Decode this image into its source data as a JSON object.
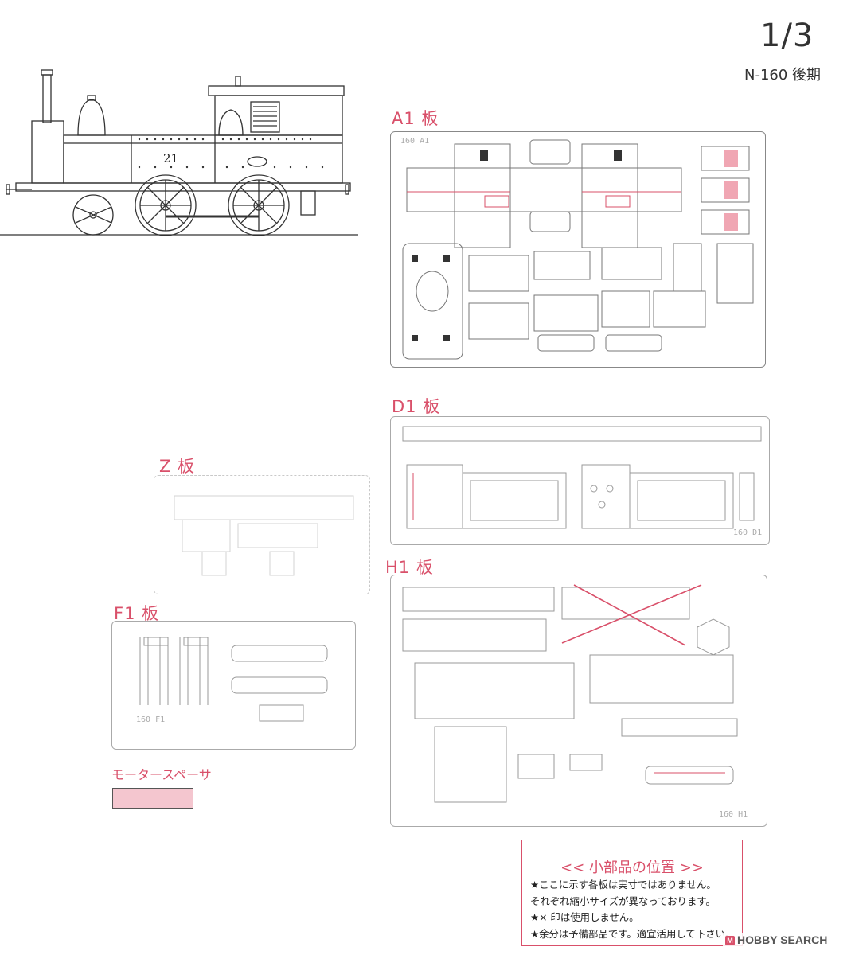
{
  "header": {
    "page": "1/3",
    "model": "N-160 後期"
  },
  "boards": {
    "a1": {
      "label": "A1 板",
      "stamp": "160 A1"
    },
    "d1": {
      "label": "D1 板",
      "stamp": "160 D1"
    },
    "z": {
      "label": "Z 板"
    },
    "f1": {
      "label": "F1 板",
      "stamp": "160 F1"
    },
    "h1": {
      "label": "H1 板",
      "stamp": "160 H1"
    }
  },
  "locomotive": {
    "number": "21"
  },
  "spacer": {
    "label": "モータースペーサ",
    "color": "#f4c6cf"
  },
  "notes": {
    "title": "<< 小部品の位置 >>",
    "lines": [
      "★ここに示す各板は実寸ではありません。",
      "それぞれ縮小サイズが異なっております。",
      "★× 印は使用しません。",
      "★余分は予備部品です。適宜活用して下さい。"
    ]
  },
  "watermark": {
    "icon": "M",
    "text": "HOBBY SEARCH"
  },
  "colors": {
    "accent": "#d9506a",
    "line": "#666666"
  }
}
